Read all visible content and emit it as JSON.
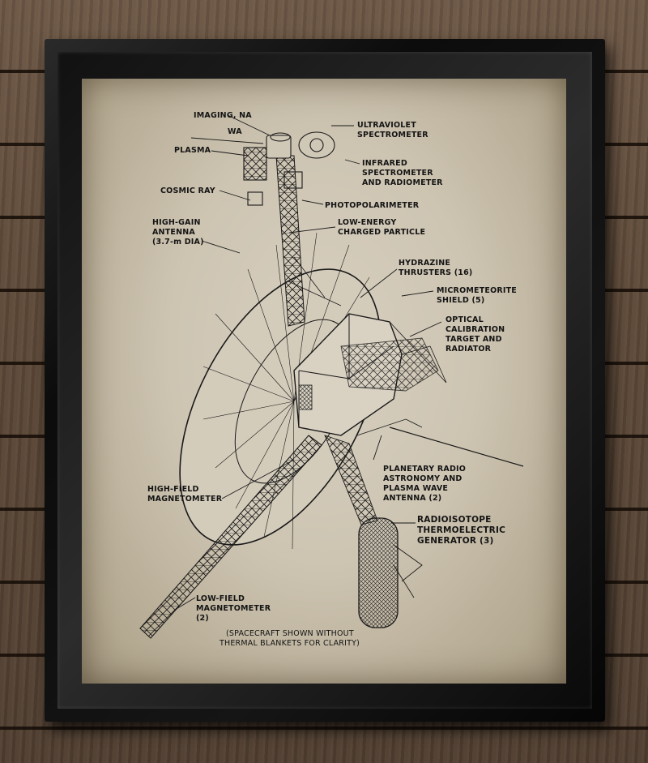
{
  "labels": {
    "imaging": "IMAGING, NA",
    "wa": "WA",
    "plasma": "PLASMA",
    "cosmic_ray": "COSMIC RAY",
    "hga_1": "HIGH-GAIN",
    "hga_2": "ANTENNA",
    "hga_3": "(3.7-m DIA)",
    "uv_1": "ULTRAVIOLET",
    "uv_2": "SPECTROMETER",
    "ir_1": "INFRARED",
    "ir_2": "SPECTROMETER",
    "ir_3": "AND RADIOMETER",
    "photopolarimeter": "PHOTOPOLARIMETER",
    "lecp_1": "LOW-ENERGY",
    "lecp_2": "CHARGED PARTICLE",
    "hydrazine_1": "HYDRAZINE",
    "hydrazine_2": "THRUSTERS (16)",
    "micro_1": "MICROMETEORITE",
    "micro_2": "SHIELD (5)",
    "optical_1": "OPTICAL",
    "optical_2": "CALIBRATION",
    "optical_3": "TARGET AND",
    "optical_4": "RADIATOR",
    "hfm_1": "HIGH-FIELD",
    "hfm_2": "MAGNETOMETER",
    "pra_1": "PLANETARY RADIO",
    "pra_2": "ASTRONOMY AND",
    "pra_3": "PLASMA WAVE",
    "pra_4": "ANTENNA (2)",
    "rtg_1": "RADIOISOTOPE",
    "rtg_2": "THERMOELECTRIC",
    "rtg_3": "GENERATOR (3)",
    "lfm_1": "LOW-FIELD",
    "lfm_2": "MAGNETOMETER",
    "lfm_3": "(2)",
    "note_1": "(SPACECRAFT SHOWN WITHOUT",
    "note_2": "THERMAL BLANKETS FOR CLARITY)"
  },
  "colors": {
    "ink": "#141414",
    "paper": "#cdc4b2",
    "frame": "#0c0c0c",
    "wood": "#5c4838"
  }
}
